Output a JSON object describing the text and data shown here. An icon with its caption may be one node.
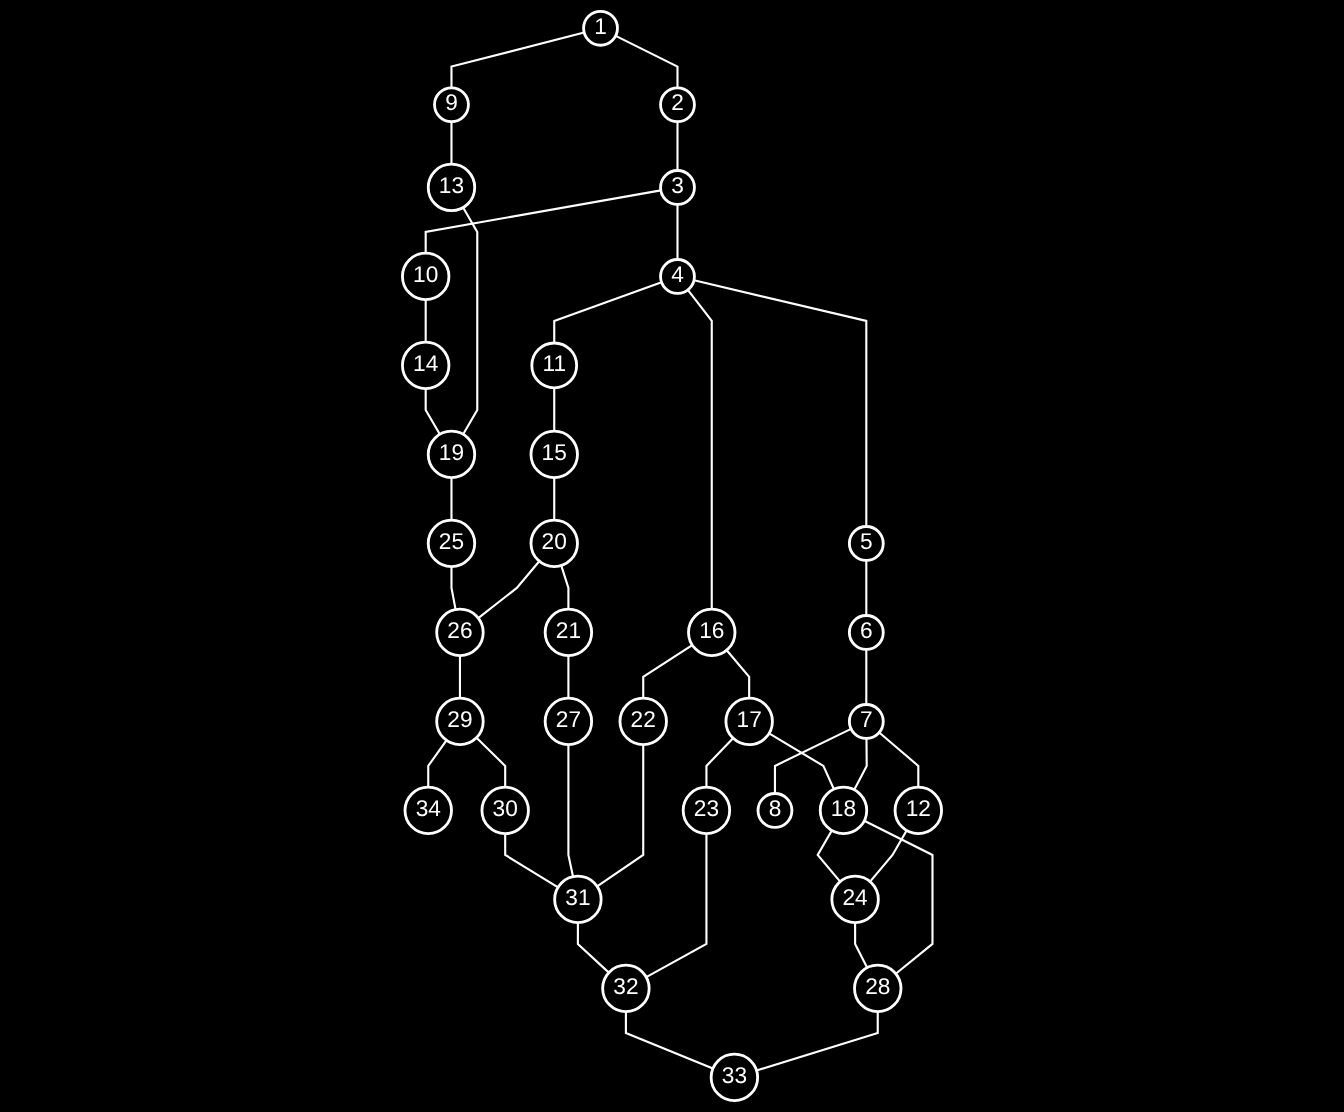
{
  "diagram": {
    "nodes": [
      {
        "text": [
          "34"
        ]
      },
      {
        "text": [
          "33"
        ]
      },
      {
        "text": [
          "32"
        ]
      },
      {
        "text": [
          "31"
        ]
      },
      {
        "text": [
          "30"
        ]
      },
      {
        "text": [
          "29"
        ]
      },
      {
        "text": [
          "28"
        ]
      },
      {
        "text": [
          "27"
        ]
      },
      {
        "text": [
          "26"
        ]
      },
      {
        "text": [
          "25"
        ]
      },
      {
        "text": [
          "24"
        ]
      },
      {
        "text": [
          "23"
        ]
      },
      {
        "text": [
          "22"
        ]
      },
      {
        "text": [
          "21"
        ]
      },
      {
        "text": [
          "20"
        ]
      },
      {
        "text": [
          "19"
        ]
      },
      {
        "text": [
          "18"
        ]
      },
      {
        "text": [
          "17"
        ]
      },
      {
        "text": [
          "16"
        ]
      },
      {
        "text": [
          "15"
        ]
      },
      {
        "text": [
          "14"
        ]
      },
      {
        "text": [
          "13"
        ]
      },
      {
        "text": [
          "12"
        ]
      },
      {
        "text": [
          "11"
        ]
      },
      {
        "text": [
          "10"
        ]
      },
      {
        "text": [
          "9"
        ]
      },
      {
        "text": [
          "8"
        ]
      },
      {
        "text": [
          "7"
        ]
      },
      {
        "text": [
          "6"
        ]
      },
      {
        "text": [
          "5"
        ]
      },
      {
        "text": [
          "4"
        ]
      },
      {
        "text": [
          "3"
        ]
      },
      {
        "text": [
          "2"
        ]
      },
      {
        "text": [
          "1"
        ]
      }
    ],
    "edges": [
      {
        "from": 0,
        "to": 5,
        "arrow": "none"
      },
      {
        "from": 1,
        "to": 2,
        "arrow": "none"
      },
      {
        "from": 2,
        "to": 3,
        "arrow": "none"
      },
      {
        "from": 3,
        "to": 4,
        "arrow": "none"
      },
      {
        "from": 4,
        "to": 5,
        "arrow": "none"
      },
      {
        "from": 1,
        "to": 6,
        "arrow": "none"
      },
      {
        "from": 2,
        "to": 11,
        "arrow": "none"
      },
      {
        "from": 3,
        "to": 7,
        "arrow": "none"
      },
      {
        "from": 3,
        "to": 12,
        "arrow": "none"
      },
      {
        "from": 5,
        "to": 8,
        "arrow": "none"
      },
      {
        "from": 8,
        "to": 9,
        "arrow": "none"
      },
      {
        "from": 6,
        "to": 10,
        "arrow": "none"
      },
      {
        "from": 6,
        "to": 16,
        "arrow": "none"
      },
      {
        "from": 7,
        "to": 13,
        "arrow": "none"
      },
      {
        "from": 8,
        "to": 14,
        "arrow": "none"
      },
      {
        "from": 13,
        "to": 14,
        "arrow": "none"
      },
      {
        "from": 9,
        "to": 15,
        "arrow": "none"
      },
      {
        "from": 10,
        "to": 16,
        "arrow": "none"
      },
      {
        "from": 10,
        "to": 22,
        "arrow": "none"
      },
      {
        "from": 11,
        "to": 17,
        "arrow": "none"
      },
      {
        "from": 12,
        "to": 18,
        "arrow": "none"
      },
      {
        "from": 14,
        "to": 19,
        "arrow": "none"
      },
      {
        "from": 15,
        "to": 20,
        "arrow": "none"
      },
      {
        "from": 15,
        "to": 21,
        "arrow": "none"
      },
      {
        "from": 16,
        "to": 17,
        "arrow": "none"
      },
      {
        "from": 17,
        "to": 18,
        "arrow": "none"
      },
      {
        "from": 16,
        "to": 27,
        "arrow": "none"
      },
      {
        "from": 18,
        "to": 30,
        "arrow": "none"
      },
      {
        "from": 19,
        "to": 23,
        "arrow": "none"
      },
      {
        "from": 20,
        "to": 24,
        "arrow": "none"
      },
      {
        "from": 21,
        "to": 25,
        "arrow": "none"
      },
      {
        "from": 22,
        "to": 27,
        "arrow": "none"
      },
      {
        "from": 23,
        "to": 30,
        "arrow": "none"
      },
      {
        "from": 24,
        "to": 31,
        "arrow": "none"
      },
      {
        "from": 25,
        "to": 33,
        "arrow": "none"
      },
      {
        "from": 26,
        "to": 27,
        "arrow": "none"
      },
      {
        "from": 27,
        "to": 28,
        "arrow": "none"
      },
      {
        "from": 28,
        "to": 29,
        "arrow": "none"
      },
      {
        "from": 29,
        "to": 30,
        "arrow": "none"
      },
      {
        "from": 30,
        "to": 31,
        "arrow": "none"
      },
      {
        "from": 31,
        "to": 32,
        "arrow": "none"
      },
      {
        "from": 32,
        "to": 33,
        "arrow": "none"
      }
    ]
  }
}
